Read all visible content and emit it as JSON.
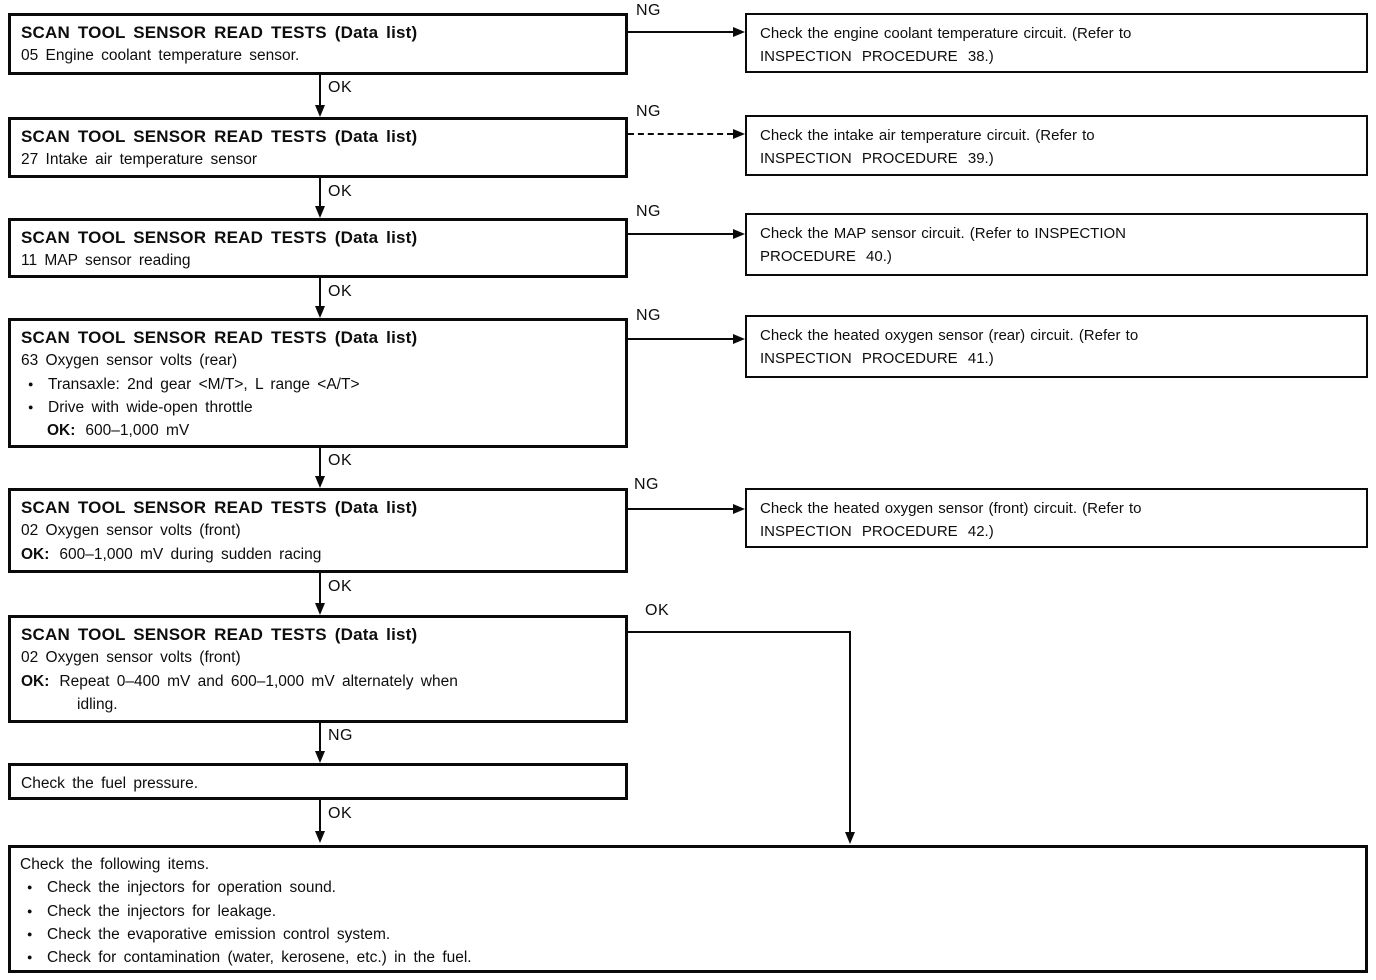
{
  "icons": {
    "bullet": "●"
  },
  "labels": {
    "ok": "OK",
    "ng": "NG"
  },
  "left_boxes": [
    {
      "title": "SCAN TOOL SENSOR READ TESTS (Data list)",
      "line": "05 Engine coolant temperature sensor."
    },
    {
      "title": "SCAN TOOL SENSOR READ TESTS (Data list)",
      "line": "27 Intake air temperature sensor"
    },
    {
      "title": "SCAN TOOL SENSOR READ TESTS (Data list)",
      "line": "11 MAP sensor reading"
    },
    {
      "title": "SCAN TOOL SENSOR READ TESTS (Data list)",
      "line": "63 Oxygen sensor volts (rear)",
      "bullets": [
        "Transaxle: 2nd gear <M/T>, L range <A/T>",
        "Drive with wide-open throttle"
      ],
      "ok_label": "OK:",
      "ok_text": "600–1,000 mV"
    },
    {
      "title": "SCAN TOOL SENSOR READ TESTS (Data list)",
      "line": "02 Oxygen sensor volts (front)",
      "ok_label": "OK:",
      "ok_text": "600–1,000 mV during sudden racing"
    },
    {
      "title": "SCAN TOOL SENSOR READ TESTS (Data list)",
      "line": "02 Oxygen sensor volts (front)",
      "ok_label": "OK:",
      "ok_text": "Repeat 0–400 mV and 600–1,000 mV alternately when",
      "ok_continuation": "idling."
    }
  ],
  "fuel_box": {
    "text": "Check the fuel pressure."
  },
  "right_boxes": [
    {
      "line1": "Check the engine coolant temperature circuit. (Refer to",
      "line2": "INSPECTION PROCEDURE 38.)"
    },
    {
      "line1": "Check the intake air temperature circuit. (Refer to",
      "line2": "INSPECTION PROCEDURE 39.)"
    },
    {
      "line1": "Check the MAP sensor circuit. (Refer to INSPECTION",
      "line2": "PROCEDURE 40.)"
    },
    {
      "line1": "Check the heated oxygen sensor (rear) circuit. (Refer to",
      "line2": "INSPECTION PROCEDURE 41.)"
    },
    {
      "line1": "Check the heated oxygen sensor (front) circuit. (Refer to",
      "line2": "INSPECTION PROCEDURE 42.)"
    }
  ],
  "final_box": {
    "intro": "Check the following items.",
    "bullets": [
      "Check the injectors for operation sound.",
      "Check the injectors for leakage.",
      "Check the evaporative emission control system.",
      "Check for contamination (water, kerosene, etc.) in the fuel."
    ]
  }
}
